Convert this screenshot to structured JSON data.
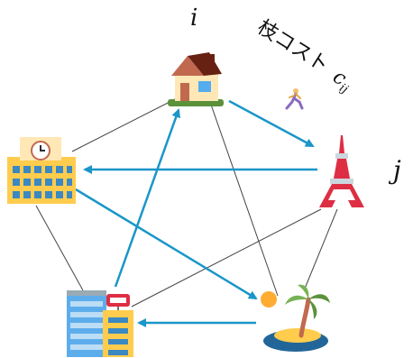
{
  "labels": {
    "node_i": "i",
    "node_j": "j",
    "cost_text": "枝コスト",
    "cost_symbol": "c",
    "cost_subscript": "ij"
  },
  "icons": {
    "house": "house-icon",
    "tower": "tokyo-tower-icon",
    "school": "school-building-icon",
    "office": "office-buildings-icon",
    "island": "desert-island-icon",
    "walker": "walking-person-icon"
  },
  "colors": {
    "arrow": "#1a96c8",
    "edge": "#333333"
  }
}
